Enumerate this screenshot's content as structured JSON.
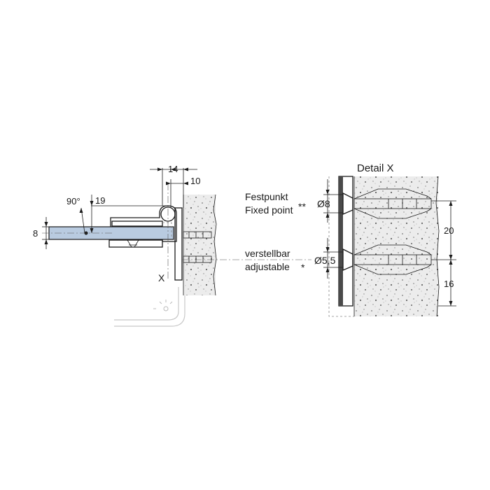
{
  "left_view": {
    "dim_14": "14",
    "dim_10": "10",
    "dim_19": "19",
    "dim_8": "8",
    "angle": "90°",
    "detail_marker": "X"
  },
  "labels": {
    "festpunkt": "Festpunkt",
    "fixed_point": "Fixed point",
    "verstellbar": "verstellbar",
    "adjustable": "adjustable",
    "double_star": "**",
    "single_star": "*"
  },
  "detail": {
    "title": "Detail X",
    "dia_8": "Ø8",
    "dia_5_5": "Ø5,5",
    "dim_20": "20",
    "dim_16": "16"
  },
  "colors": {
    "glass": "#b9cbe0",
    "wall": "#e9e9e9",
    "stroke": "#1a1a1a",
    "plate": "#4a4a4a"
  }
}
